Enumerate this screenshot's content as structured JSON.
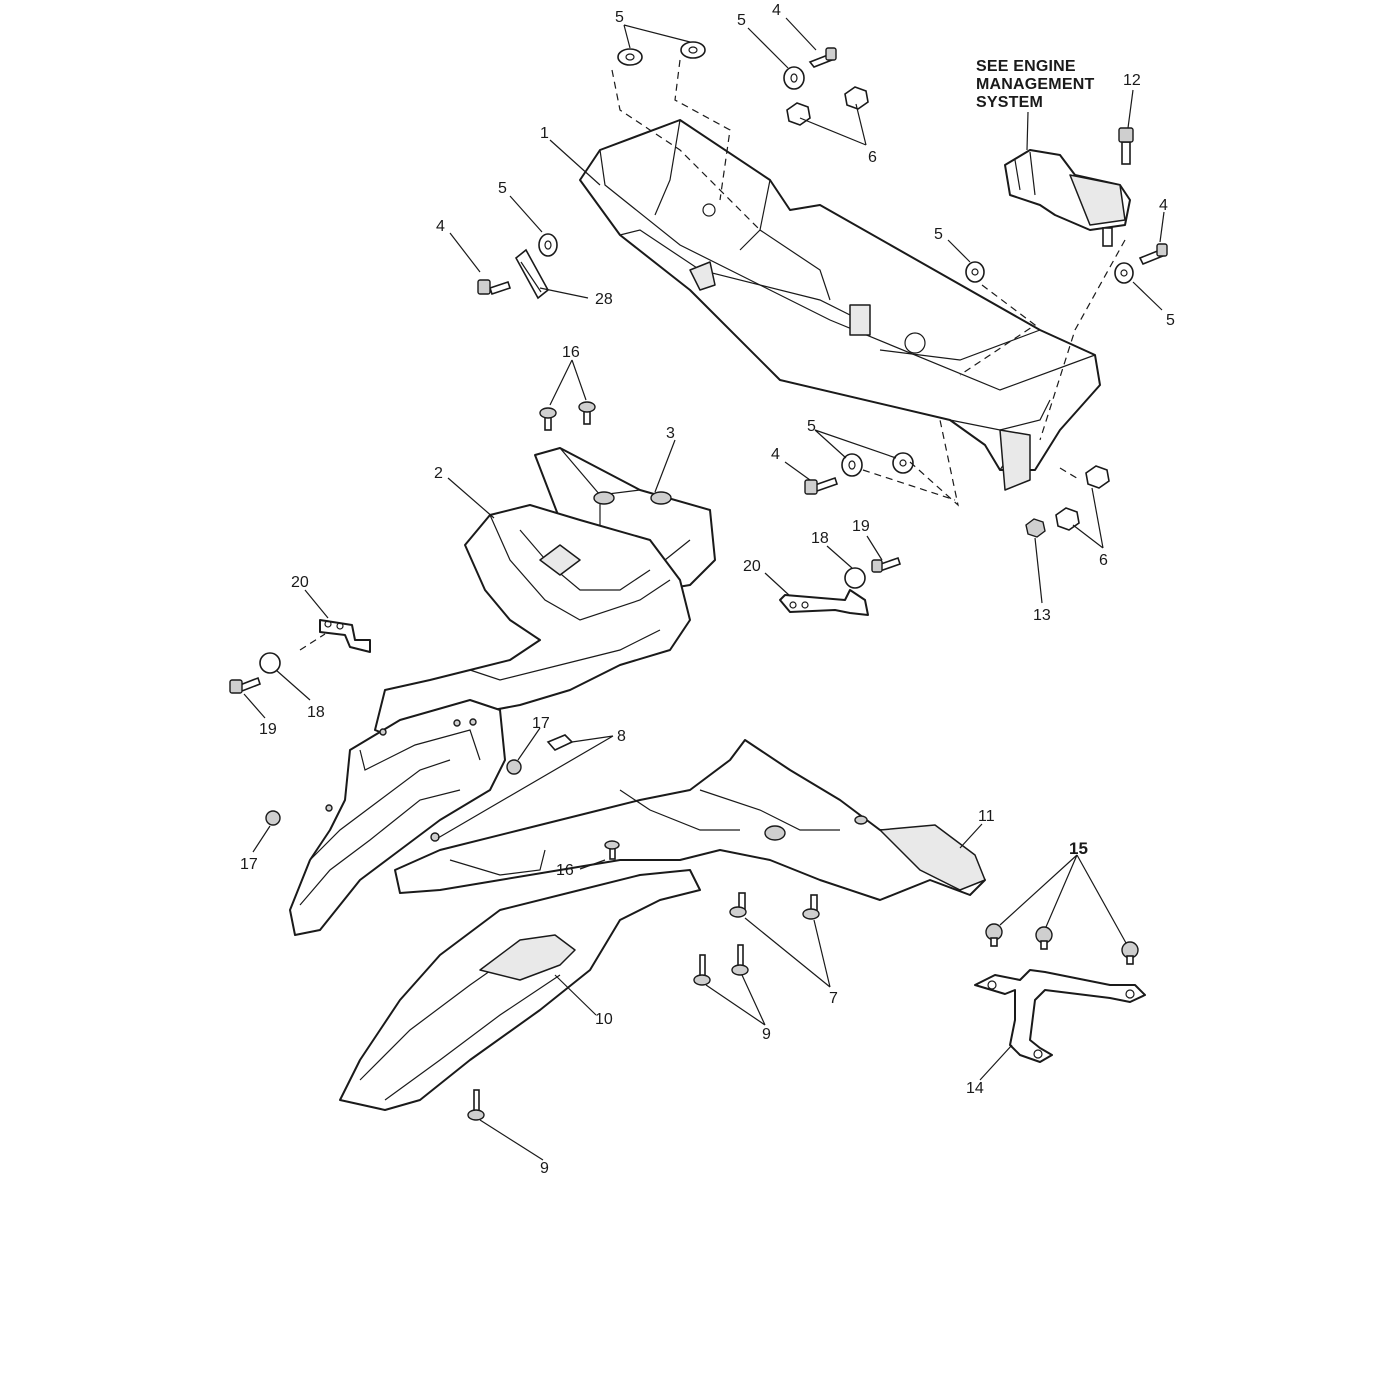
{
  "note": {
    "lines": [
      "SEE ENGINE",
      "MANAGEMENT",
      "SYSTEM"
    ]
  },
  "callouts": [
    {
      "label": "1"
    },
    {
      "label": "2"
    },
    {
      "label": "3"
    },
    {
      "label": "4"
    },
    {
      "label": "4"
    },
    {
      "label": "4"
    },
    {
      "label": "4"
    },
    {
      "label": "5"
    },
    {
      "label": "5"
    },
    {
      "label": "5"
    },
    {
      "label": "5"
    },
    {
      "label": "5"
    },
    {
      "label": "5"
    },
    {
      "label": "6"
    },
    {
      "label": "6"
    },
    {
      "label": "7"
    },
    {
      "label": "8"
    },
    {
      "label": "9"
    },
    {
      "label": "9"
    },
    {
      "label": "10"
    },
    {
      "label": "11"
    },
    {
      "label": "12"
    },
    {
      "label": "13"
    },
    {
      "label": "14"
    },
    {
      "label": "15"
    },
    {
      "label": "16"
    },
    {
      "label": "16"
    },
    {
      "label": "17"
    },
    {
      "label": "17"
    },
    {
      "label": "18"
    },
    {
      "label": "18"
    },
    {
      "label": "19"
    },
    {
      "label": "19"
    },
    {
      "label": "20"
    },
    {
      "label": "20"
    },
    {
      "label": "28"
    }
  ]
}
